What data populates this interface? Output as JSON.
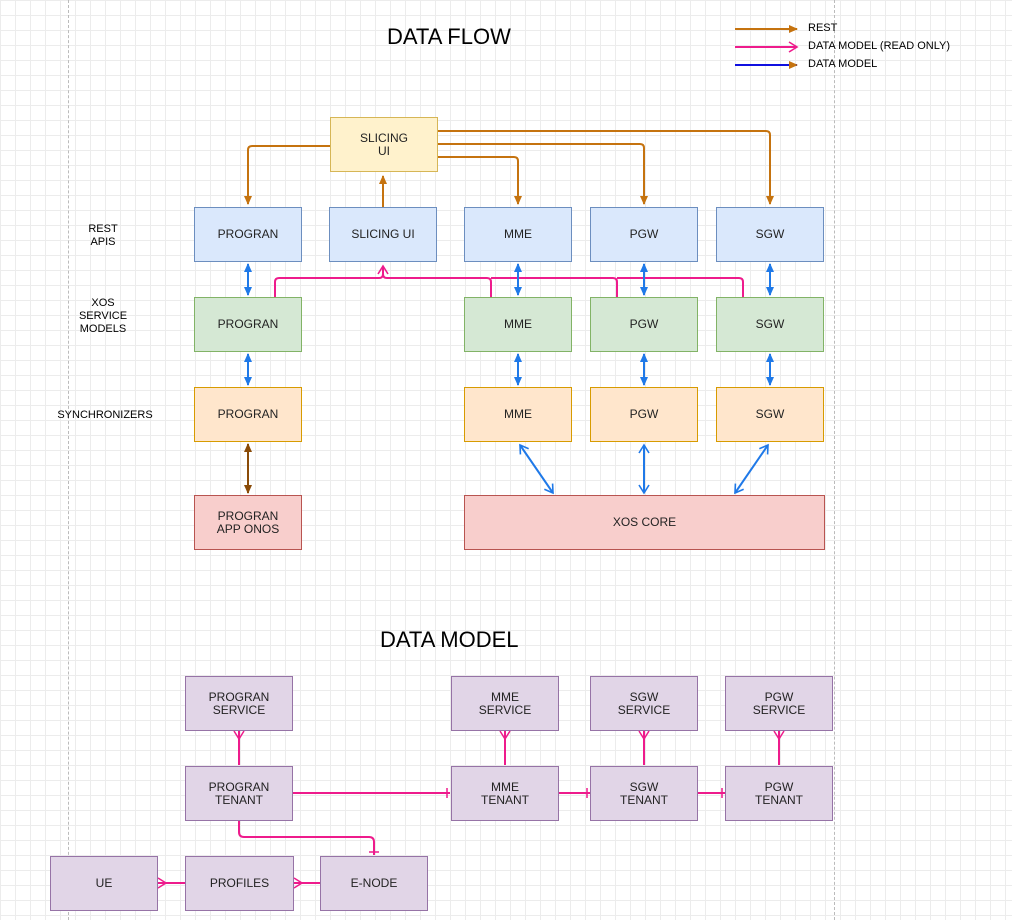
{
  "colors": {
    "rest": "#c5730f",
    "data_model_read_only": "#ee1b8c",
    "data_model": "#1f79e8",
    "program_link": "#8a4b08"
  },
  "legend": {
    "rest": "REST",
    "read_only": "DATA MODEL (READ ONLY)",
    "data_model": "DATA MODEL"
  },
  "data_flow": {
    "title": "DATA FLOW",
    "row_labels": {
      "rest_apis": "REST\nAPIS",
      "xos_service_models": "XOS\nSERVICE\nMODELS",
      "synchronizers": "SYNCHRONIZERS"
    },
    "slicing_ui_top": "SLICING\nUI",
    "rest": {
      "progran": "PROGRAN",
      "slicing_ui": "SLICING UI",
      "mme": "MME",
      "pgw": "PGW",
      "sgw": "SGW"
    },
    "models": {
      "progran": "PROGRAN",
      "mme": "MME",
      "pgw": "PGW",
      "sgw": "SGW"
    },
    "synchronizers": {
      "progran": "PROGRAN",
      "mme": "MME",
      "pgw": "PGW",
      "sgw": "SGW"
    },
    "progran_app_onos": "PROGRAN\nAPP ONOS",
    "xos_core": "XOS CORE"
  },
  "data_model": {
    "title": "DATA MODEL",
    "progran_service": "PROGRAN\nSERVICE",
    "mme_service": "MME\nSERVICE",
    "sgw_service": "SGW\nSERVICE",
    "pgw_service": "PGW\nSERVICE",
    "progran_tenant": "PROGRAN\nTENANT",
    "mme_tenant": "MME\nTENANT",
    "sgw_tenant": "SGW\nTENANT",
    "pgw_tenant": "PGW\nTENANT",
    "ue": "UE",
    "profiles": "PROFILES",
    "e_node": "E-NODE"
  }
}
